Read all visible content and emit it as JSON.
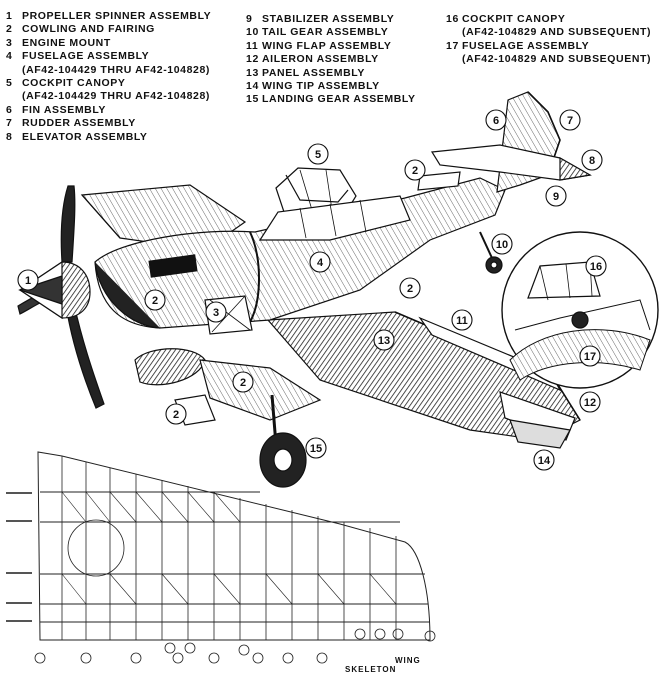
{
  "legend": {
    "col1": [
      {
        "num": "1",
        "label": "PROPELLER SPINNER ASSEMBLY"
      },
      {
        "num": "2",
        "label": "COWLING AND FAIRING"
      },
      {
        "num": "3",
        "label": "ENGINE MOUNT"
      },
      {
        "num": "4",
        "label": "FUSELAGE ASSEMBLY",
        "sub": "(AF42-104429 THRU AF42-104828)"
      },
      {
        "num": "5",
        "label": "COCKPIT CANOPY",
        "sub": "(AF42-104429 THRU AF42-104828)"
      },
      {
        "num": "6",
        "label": "FIN ASSEMBLY"
      },
      {
        "num": "7",
        "label": "RUDDER ASSEMBLY"
      },
      {
        "num": "8",
        "label": "ELEVATOR ASSEMBLY"
      }
    ],
    "col2": [
      {
        "num": "9",
        "label": "STABILIZER ASSEMBLY"
      },
      {
        "num": "10",
        "label": "TAIL GEAR ASSEMBLY"
      },
      {
        "num": "11",
        "label": "WING FLAP ASSEMBLY"
      },
      {
        "num": "12",
        "label": "AILERON ASSEMBLY"
      },
      {
        "num": "13",
        "label": "PANEL ASSEMBLY"
      },
      {
        "num": "14",
        "label": "WING TIP ASSEMBLY"
      },
      {
        "num": "15",
        "label": "LANDING GEAR ASSEMBLY"
      }
    ],
    "col3": [
      {
        "num": "16",
        "label": "COCKPIT CANOPY",
        "sub": "(AF42-104829 AND SUBSEQUENT)"
      },
      {
        "num": "17",
        "label": "FUSELAGE ASSEMBLY",
        "sub": "(AF42-104829 AND SUBSEQUENT)"
      }
    ]
  },
  "callouts": [
    "1",
    "2",
    "2",
    "2",
    "2",
    "2",
    "3",
    "4",
    "5",
    "6",
    "7",
    "8",
    "9",
    "10",
    "11",
    "12",
    "13",
    "14",
    "15",
    "16",
    "17"
  ],
  "wing": {
    "caption_top": "WING",
    "caption_bottom": "SKELETON"
  }
}
